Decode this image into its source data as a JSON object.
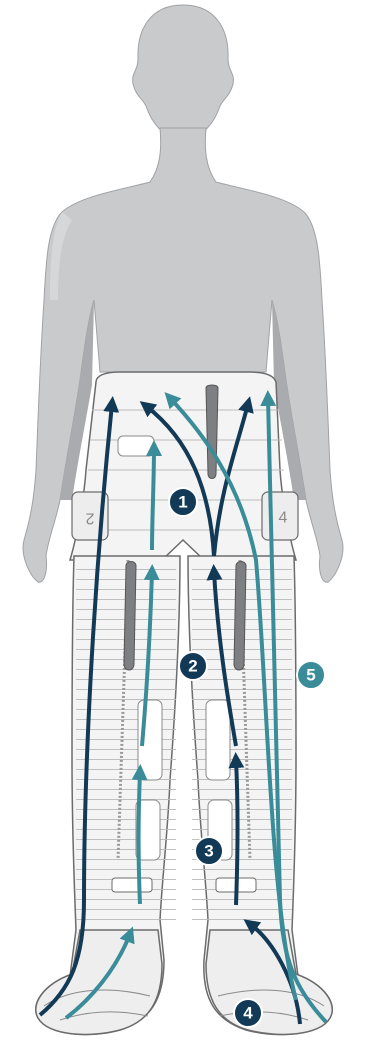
{
  "colors": {
    "body": "#c9cacc",
    "body_shadow": "#a9abae",
    "garment": "#f4f4f4",
    "garment_line": "#6b6b6b",
    "zipper_grip": "#7d7f82",
    "dark_arrow": "#123a57",
    "teal_arrow": "#3a8c99"
  },
  "panel_numbers": {
    "left_hip": "2",
    "right_hip": "4"
  },
  "sequence_badges": [
    {
      "label": "1",
      "color": "dark"
    },
    {
      "label": "2",
      "color": "dark"
    },
    {
      "label": "3",
      "color": "dark"
    },
    {
      "label": "4",
      "color": "dark"
    },
    {
      "label": "5",
      "color": "teal"
    }
  ]
}
